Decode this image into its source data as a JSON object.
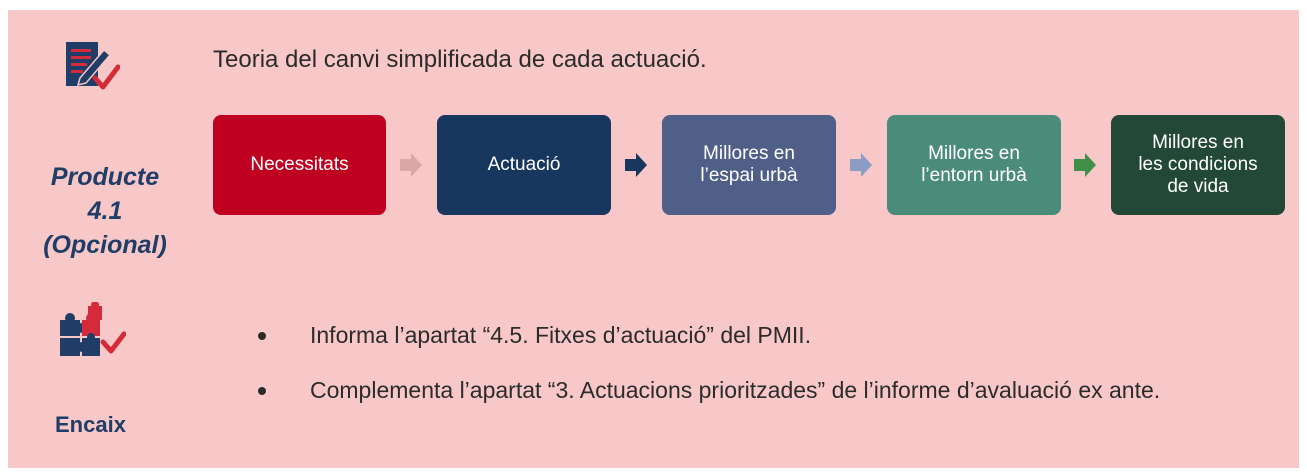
{
  "top": {
    "heading": "Teoria del canvi simplificada de cada actuació.",
    "product_label": [
      "Producte",
      "4.1",
      "(Opcional)"
    ]
  },
  "flow": {
    "boxes": [
      {
        "label": "Necessitats",
        "color": "#c00020"
      },
      {
        "label": "Actuació",
        "color": "#17375e"
      },
      {
        "label": "Millores en\nl’espai urbà",
        "color": "#4f5f87"
      },
      {
        "label": "Millores en\nl’entorn urbà",
        "color": "#4a8b7a"
      },
      {
        "label": "Millores en\nles condicions\nde vida",
        "color": "#234838"
      }
    ],
    "arrow_colors": [
      "#dba6a6",
      "#17375e",
      "#8d9cc6",
      "#3f8f48"
    ]
  },
  "bottom": {
    "label": "Encaix",
    "bullets": [
      "Informa l’apartat “4.5. Fitxes d’actuació” del PMII.",
      "Complementa l’apartat “3. Actuacions prioritzades” de l’informe d’avaluació ex ante."
    ]
  },
  "colors": {
    "panel": "#f8c8c8",
    "label_blue": "#1f3d66",
    "check_red": "#d42b3a"
  },
  "icons": [
    "document-check-icon",
    "puzzle-check-icon"
  ]
}
